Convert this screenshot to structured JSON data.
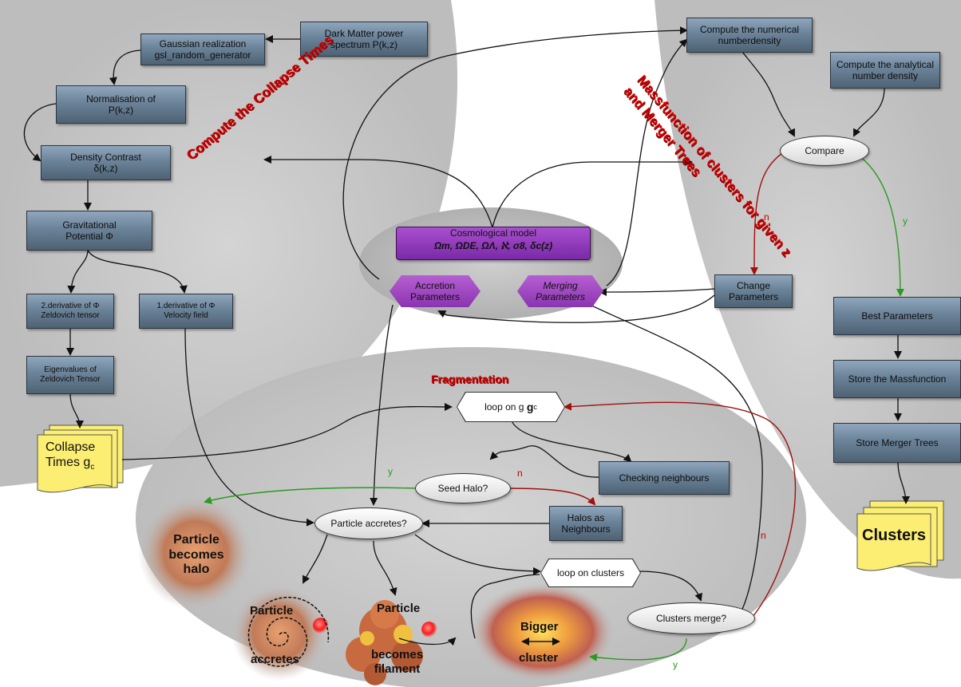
{
  "colors": {
    "background_region": "#c3c3c3",
    "box_gradient_top": "#8fa6bd",
    "box_gradient_bottom": "#4e6273",
    "purple_box": "#8a34b0",
    "red_text": "#d00000",
    "yes_edge": "#2a9a20",
    "no_edge": "#a01010",
    "document_fill": "#fbee72"
  },
  "left_column": {
    "dark_matter": "Dark Matter power\nspectrum P(k,z)",
    "gaussian": "Gaussian realization\ngsl_random_generator",
    "normalisation": "Normalisation of\nP(k,z)",
    "density_contrast": "Density Contrast\nδ(k,z)",
    "gravitational": "Gravitational\nPotential Φ",
    "second_derivative": "2.derivative of Φ\nZeldovich tensor",
    "first_derivative": "1.derivative of Φ\nVelocity field",
    "eigenvalues": "Eigenvalues of\nZeldovich Tensor",
    "collapse_times_line1": "Collapse",
    "collapse_times_line2": "Times g",
    "collapse_times_sub": "c",
    "section_title": "Compute the Collapse Times"
  },
  "center": {
    "cosmo_title": "Cosmological model",
    "cosmo_params": "Ωm, ΩDE, ΩΛ, ℵ, σ8, δc(z)",
    "accretion": "Accretion\nParameters",
    "merging": "Merging\nParameters"
  },
  "right_column": {
    "numerical": "Compute the numerical\nnumberdensity",
    "analytical": "Compute the analytical\nnumber density",
    "compare": "Compare",
    "change_parameters": "Change\nParameters",
    "best_parameters": "Best Parameters",
    "store_massfunction": "Store the Massfunction",
    "store_merger": "Store Merger Trees",
    "clusters": "Clusters",
    "section_title": "Massfunction  of clusters  for given z\nand Merger Trees",
    "flag_n": "n",
    "flag_y": "y"
  },
  "fragmentation": {
    "title": "Fragmentation",
    "loop_gc": "loop on g",
    "loop_gc_sub": "c",
    "checking_neighbours": "Checking neighbours",
    "seed_halo": "Seed Halo?",
    "halos_neighbours": "Halos as\nNeighbours",
    "particle_accretes": "Particle accretes?",
    "loop_clusters": "loop on clusters",
    "clusters_merge": "Clusters merge?",
    "particle_becomes_halo": "Particle\nbecomes\nhalo",
    "particle_accretes_top": "Particle",
    "particle_accretes_bottom": "accretes",
    "particle_filament_top": "Particle",
    "particle_filament_bottom": "becomes\nfilament",
    "bigger_cluster_top": "Bigger",
    "bigger_cluster_bottom": "cluster",
    "flag_y_seed": "y",
    "flag_n_seed": "n",
    "flag_n_merge": "n",
    "flag_y_merge": "y"
  }
}
